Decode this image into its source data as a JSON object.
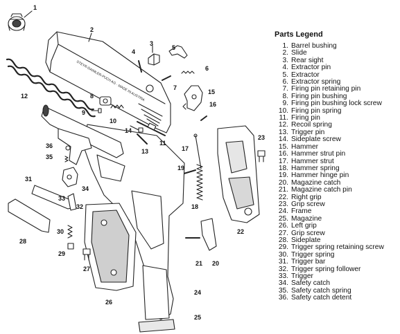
{
  "legend": {
    "title": "Parts Legend",
    "items": [
      {
        "n": "1.",
        "name": "Barrel bushing"
      },
      {
        "n": "2.",
        "name": "Slide"
      },
      {
        "n": "3.",
        "name": "Rear sight"
      },
      {
        "n": "4.",
        "name": "Extractor pin"
      },
      {
        "n": "5.",
        "name": "Extractor"
      },
      {
        "n": "6.",
        "name": "Extractor spring"
      },
      {
        "n": "7.",
        "name": "Firing pin retaining pin"
      },
      {
        "n": "8.",
        "name": "Firing pin bushing"
      },
      {
        "n": "9.",
        "name": "Firing pin bushing lock screw"
      },
      {
        "n": "10.",
        "name": "Firing pin spring"
      },
      {
        "n": "11.",
        "name": "Firing pin"
      },
      {
        "n": "12.",
        "name": "Recoil spring"
      },
      {
        "n": "13.",
        "name": "Trigger pin"
      },
      {
        "n": "14.",
        "name": "Sideplate screw"
      },
      {
        "n": "15.",
        "name": "Hammer"
      },
      {
        "n": "16.",
        "name": "Hammer strut pin"
      },
      {
        "n": "17.",
        "name": "Hammer strut"
      },
      {
        "n": "18.",
        "name": "Hammer spring"
      },
      {
        "n": "19.",
        "name": "Hammer hinge pin"
      },
      {
        "n": "20.",
        "name": "Magazine catch"
      },
      {
        "n": "21.",
        "name": "Magazine catch pin"
      },
      {
        "n": "22.",
        "name": "Right grip"
      },
      {
        "n": "23.",
        "name": "Grip screw"
      },
      {
        "n": "24.",
        "name": "Frame"
      },
      {
        "n": "25.",
        "name": "Magazine"
      },
      {
        "n": "26.",
        "name": "Left grip"
      },
      {
        "n": "27.",
        "name": "Grip screw"
      },
      {
        "n": "28.",
        "name": "Sideplate"
      },
      {
        "n": "29.",
        "name": "Trigger spring retaining screw"
      },
      {
        "n": "30.",
        "name": "Trigger spring"
      },
      {
        "n": "31.",
        "name": "Trigger bar"
      },
      {
        "n": "32.",
        "name": "Trigger spring follower"
      },
      {
        "n": "33.",
        "name": "Trigger"
      },
      {
        "n": "34.",
        "name": "Safety catch"
      },
      {
        "n": "35.",
        "name": "Safety catch spring"
      },
      {
        "n": "36.",
        "name": "Safety catch detent"
      }
    ]
  },
  "callouts": {
    "c1": "1",
    "c2": "2",
    "c3": "3",
    "c4": "4",
    "c5": "5",
    "c6": "6",
    "c7": "7",
    "c8": "8",
    "c9": "9",
    "c10": "10",
    "c11": "11",
    "c12": "12",
    "c13": "13",
    "c14": "14",
    "c15": "15",
    "c16": "16",
    "c17": "17",
    "c18": "18",
    "c19": "19",
    "c20": "20",
    "c21": "21",
    "c22": "22",
    "c23": "23",
    "c24": "24",
    "c25": "25",
    "c26": "26",
    "c27": "27",
    "c28": "28",
    "c29": "29",
    "c30": "30",
    "c31": "31",
    "c32": "32",
    "c33": "33",
    "c34": "34",
    "c35": "35",
    "c36": "36"
  },
  "slide_engraving": "STEYR-DAIMLER-PUCH AG · MADE IN AUSTRIA"
}
